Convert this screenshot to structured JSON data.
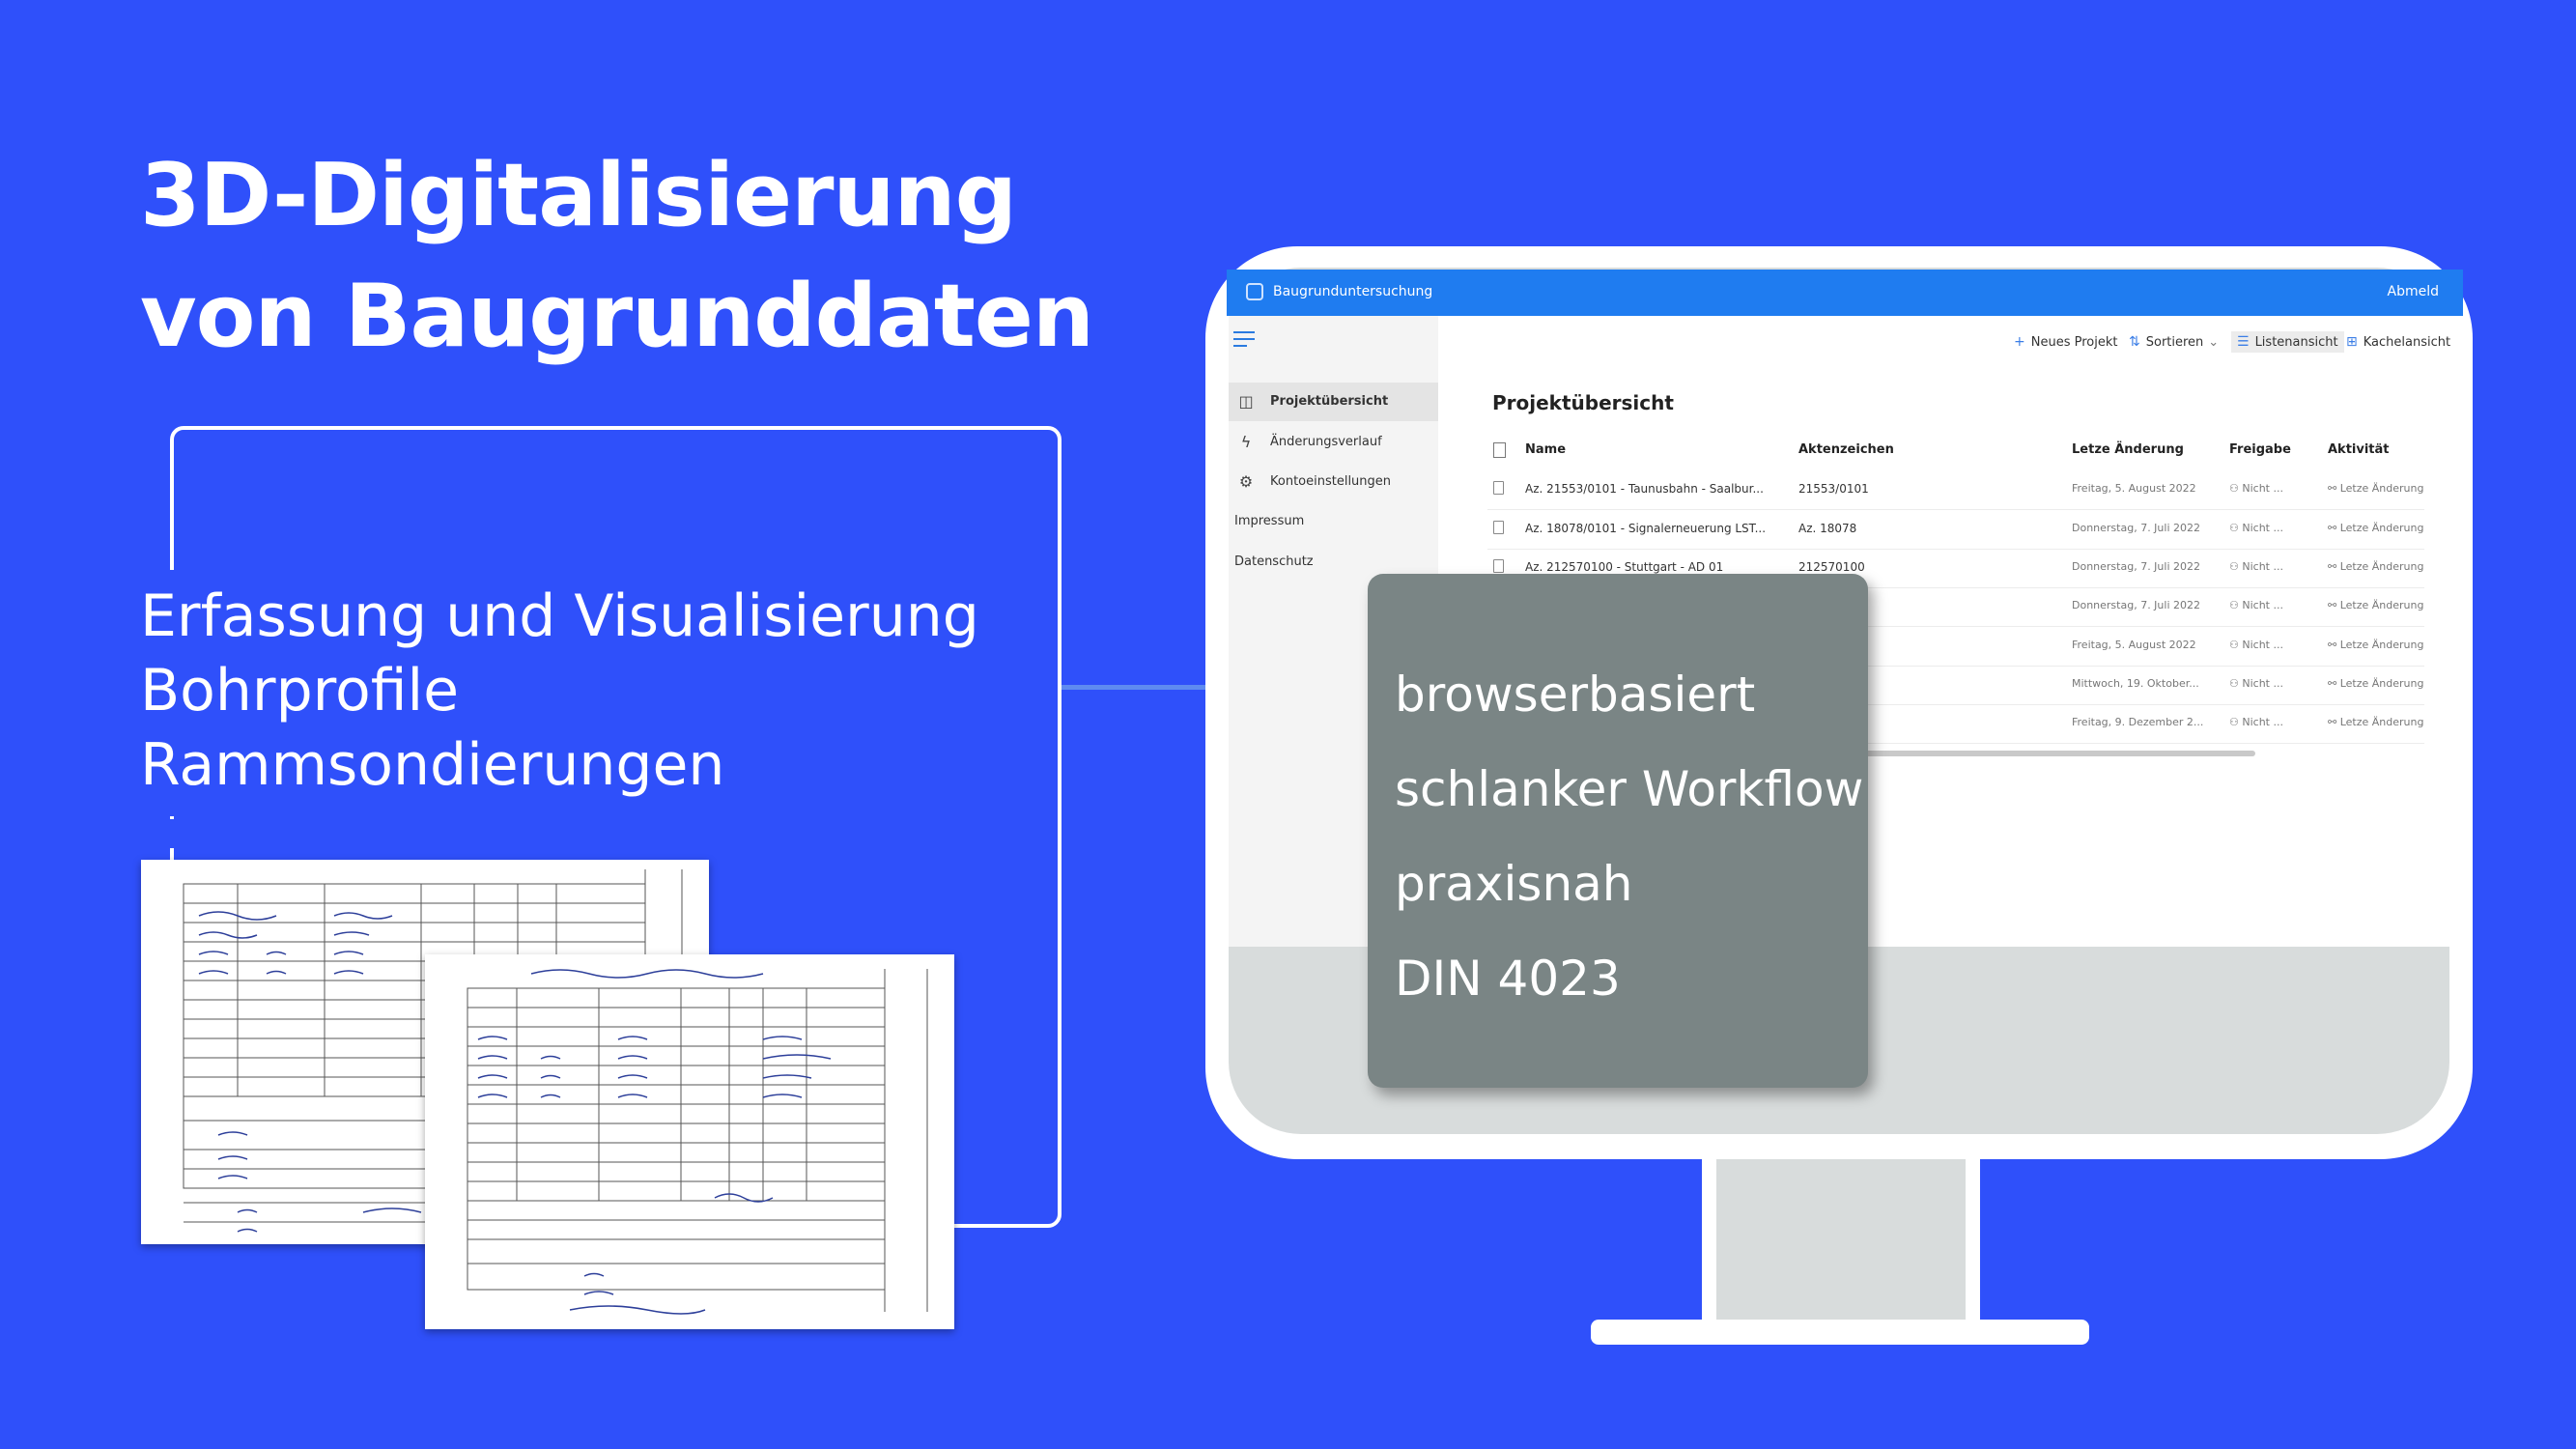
{
  "headline": {
    "line1": "3D-Digitalisierung",
    "line2": "von Baugrunddaten"
  },
  "subtitle": {
    "line1": "Erfassung und Visualisierung",
    "line2": "Bohrprofile",
    "line3": "Rammsondierungen"
  },
  "app": {
    "title": "Baugrunduntersuchung",
    "logout": "Abmeld",
    "toolbar": {
      "new_project": "Neues Projekt",
      "sort": "Sortieren",
      "list_view": "Listenansicht",
      "tile_view": "Kachelansicht"
    },
    "sidebar": {
      "items": [
        {
          "label": "Projektübersicht",
          "icon": "project-icon"
        },
        {
          "label": "Änderungsverlauf",
          "icon": "lightning-icon"
        },
        {
          "label": "Kontoeinstellungen",
          "icon": "gear-icon"
        }
      ],
      "links": [
        "Impressum",
        "Datenschutz"
      ]
    },
    "page_title": "Projektübersicht",
    "columns": {
      "name": "Name",
      "file_number": "Aktenzeichen",
      "last_change": "Letze Änderung",
      "release": "Freigabe",
      "activity": "Aktivität"
    },
    "rows": [
      {
        "name": "Az. 21553/0101 - Taunusbahn - Saalbur...",
        "file_number": "21553/0101",
        "last_change": "Freitag, 5. August 2022",
        "release": "Nicht ...",
        "activity": "Letze Änderung"
      },
      {
        "name": "Az. 18078/0101 - Signalerneuerung LST...",
        "file_number": "Az. 18078",
        "last_change": "Donnerstag, 7. Juli 2022",
        "release": "Nicht ...",
        "activity": "Letze Änderung"
      },
      {
        "name": "Az. 212570100 - Stuttgart - AD 01",
        "file_number": "212570100",
        "last_change": "Donnerstag, 7. Juli 2022",
        "release": "Nicht ...",
        "activity": "Letze Änderung"
      },
      {
        "name": "",
        "file_number": "",
        "last_change": "Donnerstag, 7. Juli 2022",
        "release": "Nicht ...",
        "activity": "Letze Änderung"
      },
      {
        "name": "",
        "file_number": "",
        "last_change": "Freitag, 5. August 2022",
        "release": "Nicht ...",
        "activity": "Letze Änderung"
      },
      {
        "name": "",
        "file_number": "",
        "last_change": "Mittwoch, 19. Oktober...",
        "release": "Nicht ...",
        "activity": "Letze Änderung"
      },
      {
        "name": "",
        "file_number": "",
        "last_change": "Freitag, 9. Dezember 2...",
        "release": "Nicht ...",
        "activity": "Letze Änderung"
      }
    ]
  },
  "features": {
    "item1": "browserbasiert",
    "item2": "schlanker Workflow",
    "item3": "praxisnah",
    "item4": "DIN 4023"
  },
  "colors": {
    "background": "#2f50fa",
    "appbar": "#1f7cf0",
    "card": "#7a8585",
    "arrow": "#5e8bf0"
  }
}
